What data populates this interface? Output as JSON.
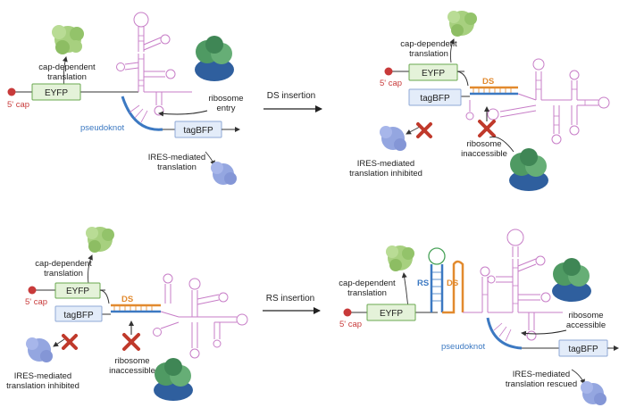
{
  "labels": {
    "cap": "5' cap",
    "eyfp": "EYFP",
    "tagbfp": "tagBFP",
    "ds": "DS",
    "rs": "RS",
    "pseudoknot": "pseudoknot",
    "cap_translation_l1": "cap-dependent",
    "cap_translation_l2": "translation",
    "ribosome_entry_l1": "ribosome",
    "ribosome_entry_l2": "entry",
    "ribosome_inaccessible_l1": "ribosome",
    "ribosome_inaccessible_l2": "inaccessible",
    "ribosome_accessible_l1": "ribosome",
    "ribosome_accessible_l2": "accessible",
    "ires_mediated_l1": "IRES-mediated",
    "ires_translation_l2": "translation",
    "ires_inhibited_l2": "translation inhibited",
    "ires_rescued_l2": "translation rescued"
  },
  "transitions": {
    "ds_insertion": "DS insertion",
    "rs_insertion": "RS insertion"
  },
  "colors": {
    "cap": "#c83a3a",
    "eyfp_fill": "#e4f2d9",
    "eyfp_stroke": "#6aa84f",
    "tagbfp_fill": "#e3ecf9",
    "tagbfp_stroke": "#8fa9d6",
    "ds": "#e28a2e",
    "rs": "#3c79c2",
    "pseudoknot": "#3c79c2",
    "rna": "#c77dc7",
    "cross": "#c0392b",
    "protein_green": "#9cc97a",
    "protein_blue": "#94a6e0",
    "ribosome_green": "#4f9a63",
    "ribosome_blue": "#2f5f9e"
  }
}
